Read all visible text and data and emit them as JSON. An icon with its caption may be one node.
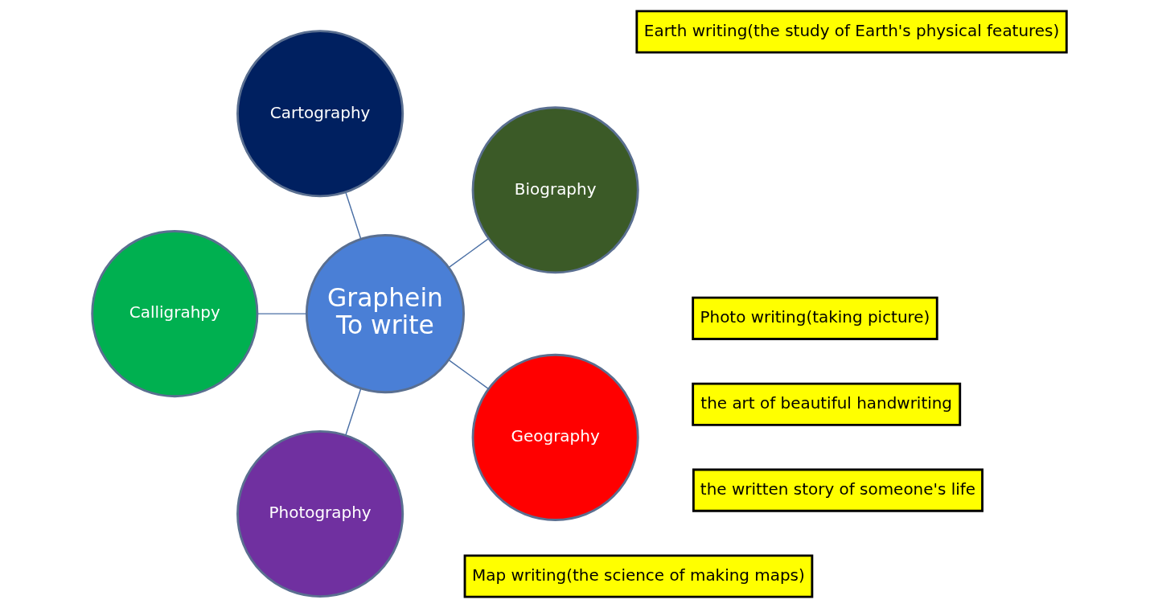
{
  "diagram": {
    "nodes": [
      {
        "text": [
          "the written story of someone's life"
        ]
      },
      {
        "text": [
          "Biography"
        ]
      },
      {
        "text": [
          "Cartography"
        ]
      },
      {
        "text": [
          "Graphein",
          "To write"
        ]
      },
      {
        "text": [
          "Calligrahpy"
        ]
      },
      {
        "text": [
          "Map writing(the science of making maps)"
        ]
      },
      {
        "text": [
          "the art of beautiful handwriting"
        ]
      },
      {
        "text": [
          "Photography"
        ]
      },
      {
        "text": [
          "Geography"
        ]
      },
      {
        "text": [
          "Photo writing(taking picture)"
        ]
      },
      {
        "text": [
          "Earth writing(the study of Earth's physical features)"
        ]
      }
    ],
    "edges": [
      {
        "from": 3,
        "to": 1,
        "arrow": "none"
      },
      {
        "from": 3,
        "to": 4,
        "arrow": "none"
      },
      {
        "from": 3,
        "to": 8,
        "arrow": "none"
      },
      {
        "from": 3,
        "to": 7,
        "arrow": "none"
      },
      {
        "from": 3,
        "to": 2,
        "arrow": "none"
      }
    ]
  }
}
